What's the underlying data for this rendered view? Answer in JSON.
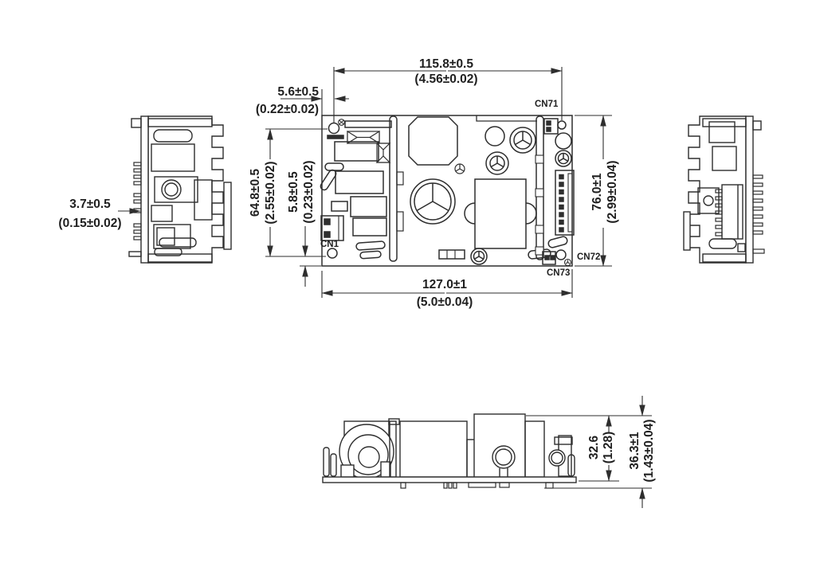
{
  "drawing": {
    "colors": {
      "background": "#ffffff",
      "line": "#2e2e2e",
      "text": "#1f1f1f"
    },
    "dims": {
      "d115": {
        "mm": "115.8±0.5",
        "in": "(4.56±0.02)"
      },
      "d56": {
        "mm": "5.6±0.5",
        "in": "(0.22±0.02)"
      },
      "d37": {
        "mm": "3.7±0.5",
        "in": "(0.15±0.02)"
      },
      "d648": {
        "mm": "64.8±0.5",
        "in": "(2.55±0.02)"
      },
      "d58": {
        "mm": "5.8±0.5",
        "in": "(0.23±0.02)"
      },
      "d76": {
        "mm": "76.0±1",
        "in": "(2.99±0.04)"
      },
      "d127": {
        "mm": "127.0±1",
        "in": "(5.0±0.04)"
      },
      "d326": {
        "mm": "32.6",
        "in": "(1.28)"
      },
      "d363": {
        "mm": "36.3±1",
        "in": "(1.43±0.04)"
      }
    },
    "connectors": {
      "cn71": "CN71",
      "cn1": "CN1",
      "cn72": "CN72",
      "cn73": "CN73"
    }
  }
}
